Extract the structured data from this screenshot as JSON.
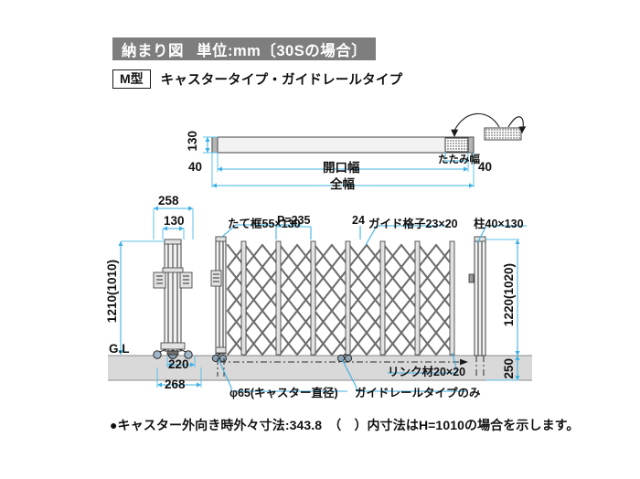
{
  "header": {
    "title_main": "納まり図",
    "title_unit": "単位:mm〔30Sの場合〕",
    "type_badge": "M型",
    "subtitle": "キャスタータイプ・ガイドレールタイプ"
  },
  "plan_view": {
    "depth_130": "130",
    "left_40": "40",
    "right_40": "40",
    "opening_width": "開口幅",
    "folded_width": "たたみ幅",
    "total_width": "全幅"
  },
  "side_view": {
    "dim_258": "258",
    "dim_130": "130",
    "height_1210": "1210(1010)",
    "ground_label": "G.L",
    "dim_220": "220",
    "dim_268": "268"
  },
  "elevation": {
    "label_stile": "たて框55×130",
    "label_pitch": "P=235",
    "label_24": "24",
    "label_guide_lattice": "ガイド格子23×20",
    "label_post": "柱40×130",
    "height_1220": "1220(1020)",
    "dim_250": "250",
    "label_caster_dia": "φ65(キャスター直径)",
    "label_guiderail_only": "ガイドレールタイプのみ",
    "label_link_member": "リンク材20×20"
  },
  "footnote": "●キャスター外向き時外々寸法:343.8　（　）内寸法はH=1010の場合を示します。",
  "colors": {
    "header_bar": "#7e7e7e",
    "dimension_blue": "#3fb0e3",
    "ground_gray": "#d9d9d9",
    "object_gray": "#4a4a4a"
  }
}
